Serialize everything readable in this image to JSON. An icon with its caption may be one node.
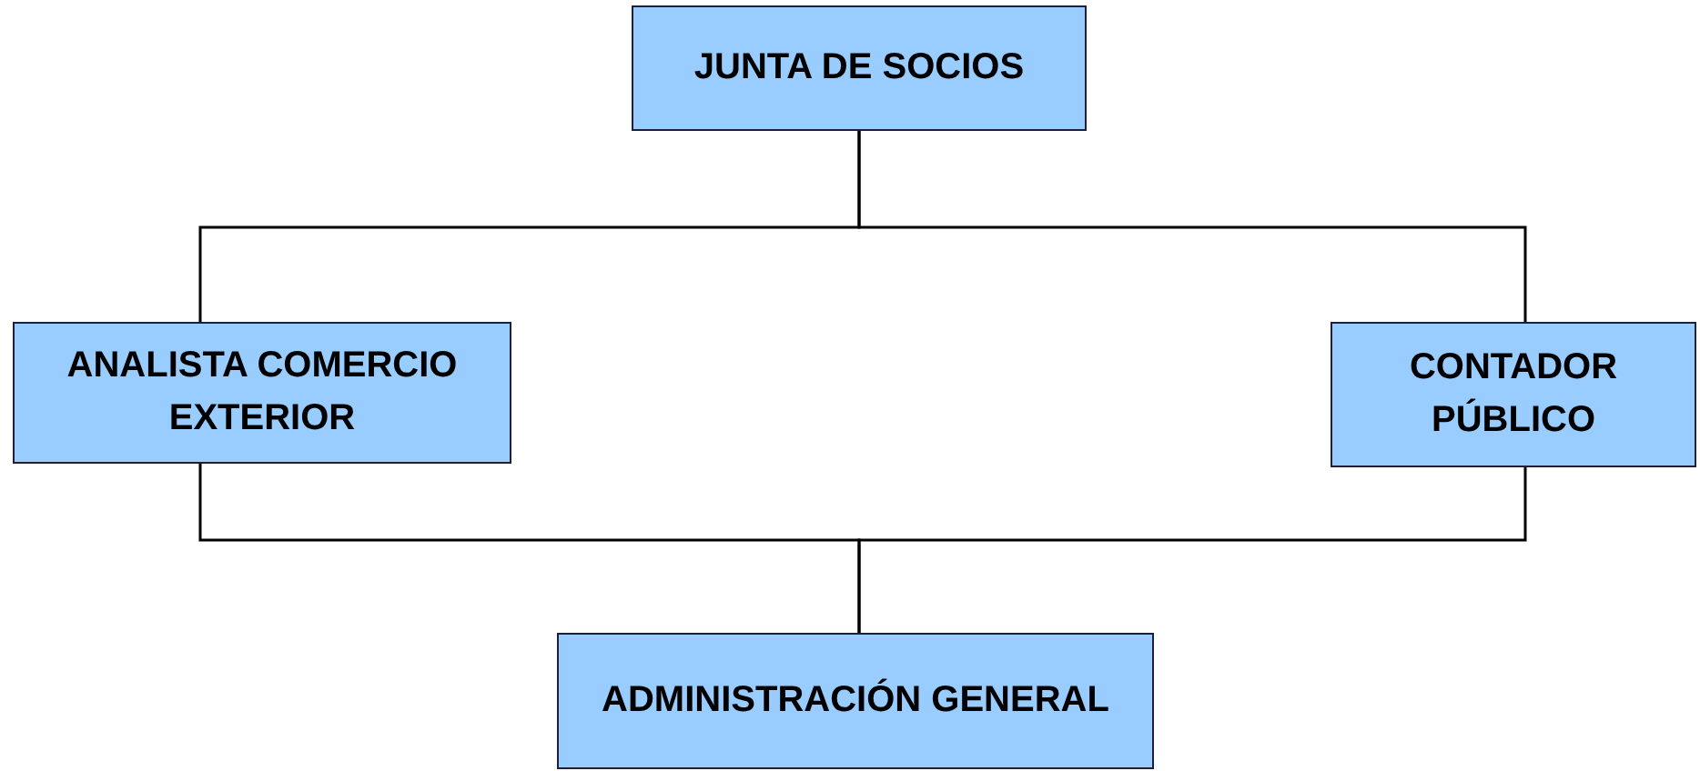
{
  "diagram": {
    "nodes": [
      {
        "text": [
          "JUNTA DE SOCIOS"
        ]
      },
      {
        "text": [
          "ANALISTA COMERCIO EXTERIOR"
        ]
      },
      {
        "text": [
          "CONTADOR PÚBLICO"
        ]
      },
      {
        "text": [
          "ADMINISTRACIÓN GENERAL"
        ]
      }
    ],
    "edges": [
      {
        "from": 0,
        "to": 1,
        "arrow": "none"
      },
      {
        "from": 0,
        "to": 2,
        "arrow": "none"
      },
      {
        "from": 1,
        "to": 3,
        "arrow": "none"
      },
      {
        "from": 2,
        "to": 3,
        "arrow": "none"
      }
    ]
  }
}
